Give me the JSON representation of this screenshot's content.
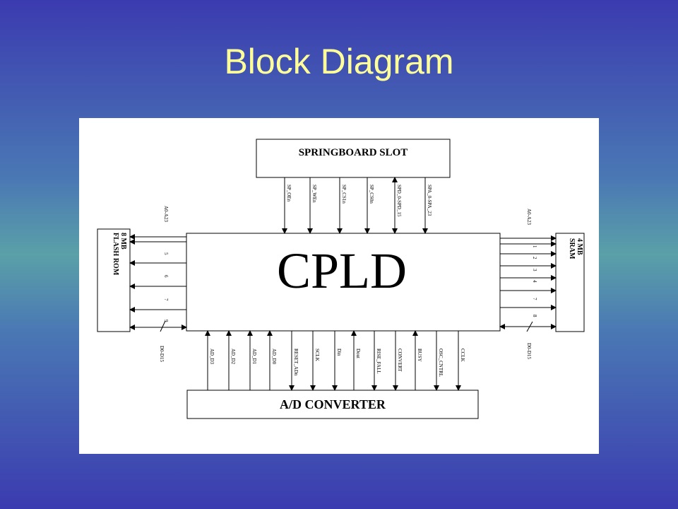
{
  "slide": {
    "title": "Block Diagram"
  },
  "diagram": {
    "springboard_label": "SPRINGBOARD SLOT",
    "cpld_label": "CPLD",
    "flash_label": [
      "8 MB",
      "FLASH ROM"
    ],
    "sram_label": [
      "4 MB",
      "SRAM"
    ],
    "adc_label": "A/D CONVERTER",
    "springboard_signals": [
      "SP_OEn",
      "SP_WEn",
      "SP_CS1n",
      "SP_CS0n",
      "SPD_0-SPD_15",
      "SPA_0-SPA_23"
    ],
    "flash_signals": {
      "address": "A0-A23",
      "data": "D0-D15",
      "bus_marks": [
        "5",
        "6",
        "7",
        "9"
      ]
    },
    "sram_signals": {
      "address": "A0-A23",
      "data": "D0-D15",
      "bus_marks": [
        "1",
        "2",
        "3",
        "4",
        "7",
        "8"
      ]
    },
    "adc_signals": [
      "AD_D3",
      "AD_D2",
      "AD_D1",
      "AD_D0",
      "RESET_ADn",
      "SCLK",
      "Din",
      "Dout",
      "RISE_FALL",
      "CONVERT",
      "BUSY",
      "OSC_CNTRL",
      "CCLK"
    ]
  },
  "colors": {
    "title": "#ffff99",
    "bg_top": "#3b3bb0",
    "bg_mid": "#5aa0a8"
  }
}
